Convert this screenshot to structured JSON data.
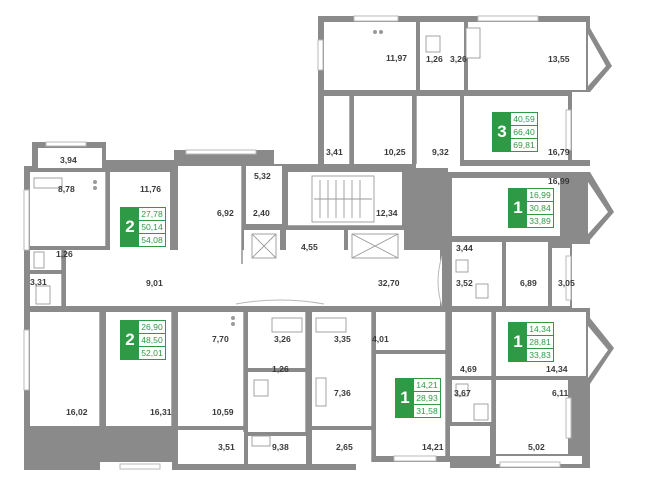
{
  "apartments": [
    {
      "id": "apt-a",
      "rooms": "3",
      "areas": [
        "40,59",
        "66,40",
        "69,81"
      ]
    },
    {
      "id": "apt-b",
      "rooms": "1",
      "areas": [
        "16,99",
        "30,84",
        "33,89"
      ]
    },
    {
      "id": "apt-c",
      "rooms": "2",
      "areas": [
        "27,78",
        "50,14",
        "54,08"
      ]
    },
    {
      "id": "apt-d",
      "rooms": "2",
      "areas": [
        "26,90",
        "48,50",
        "52,01"
      ]
    },
    {
      "id": "apt-e",
      "rooms": "1",
      "areas": [
        "14,34",
        "28,81",
        "33,83"
      ]
    },
    {
      "id": "apt-f",
      "rooms": "1",
      "areas": [
        "14,21",
        "28,93",
        "31,58"
      ]
    }
  ],
  "room_areas": [
    "11,97",
    "1,26",
    "3,26",
    "13,55",
    "3,41",
    "10,25",
    "9,32",
    "16,79",
    "3,94",
    "8,78",
    "11,76",
    "5,32",
    "6,92",
    "2,40",
    "12,34",
    "16,99",
    "1,26",
    "3,31",
    "9,01",
    "4,55",
    "3,44",
    "3,52",
    "6,89",
    "3,05",
    "32,70",
    "7,70",
    "3,26",
    "3,35",
    "4,01",
    "1,26",
    "14,34",
    "4,69",
    "16,02",
    "16,31",
    "10,59",
    "7,36",
    "3,67",
    "6,11",
    "3,51",
    "9,38",
    "2,65",
    "14,21",
    "5,02"
  ]
}
